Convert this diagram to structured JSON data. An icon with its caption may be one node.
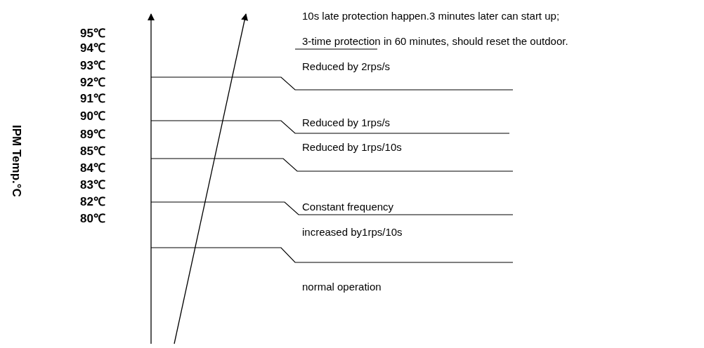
{
  "diagram": {
    "labels": [
      "IPM Temp.°C",
      "10s late protection happen.3 minutes later can start up;",
      "95℃",
      "3-time protection in 60 minutes, should reset the outdoor.",
      "94℃",
      "Reduced by 2rps/s",
      "93℃",
      "92℃",
      "91℃",
      "Reduced by 1rps/s",
      "90℃",
      "Reduced by 1rps/10s",
      "89℃",
      "85℃",
      "Constant frequency",
      "84℃",
      "increased by1rps/10s",
      "83℃",
      "82℃",
      "80℃",
      "normal operation"
    ]
  }
}
